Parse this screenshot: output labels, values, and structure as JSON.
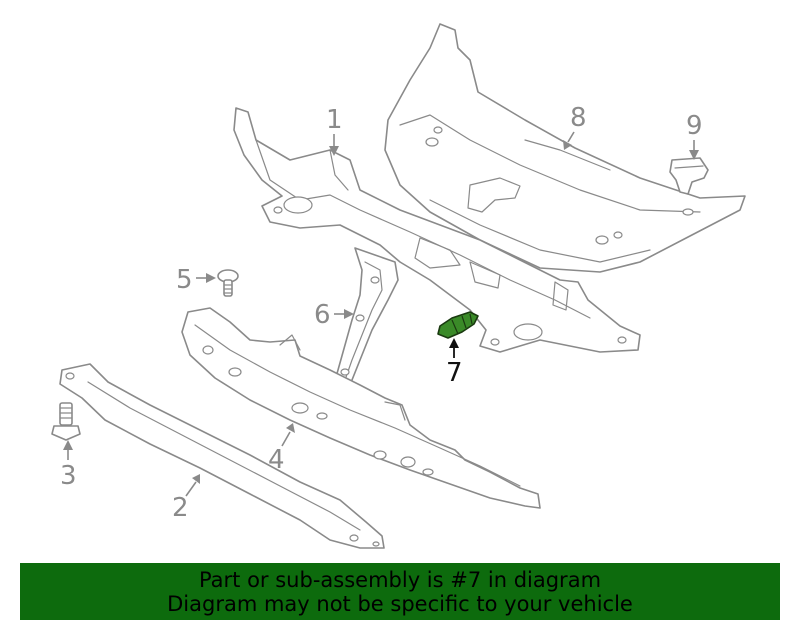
{
  "callouts": [
    {
      "id": "1",
      "label": "1"
    },
    {
      "id": "2",
      "label": "2"
    },
    {
      "id": "3",
      "label": "3"
    },
    {
      "id": "4",
      "label": "4"
    },
    {
      "id": "5",
      "label": "5"
    },
    {
      "id": "6",
      "label": "6"
    },
    {
      "id": "7",
      "label": "7",
      "highlighted": true
    },
    {
      "id": "8",
      "label": "8"
    },
    {
      "id": "9",
      "label": "9"
    }
  ],
  "colors": {
    "line_art": "#8a8a8a",
    "highlight_part": "#3a8a28",
    "banner_bg": "#0d6b0d",
    "banner_text": "#000000"
  },
  "banner": {
    "line1": "Part or sub-assembly is #7 in diagram",
    "line2": "Diagram may not be specific to your vehicle"
  }
}
